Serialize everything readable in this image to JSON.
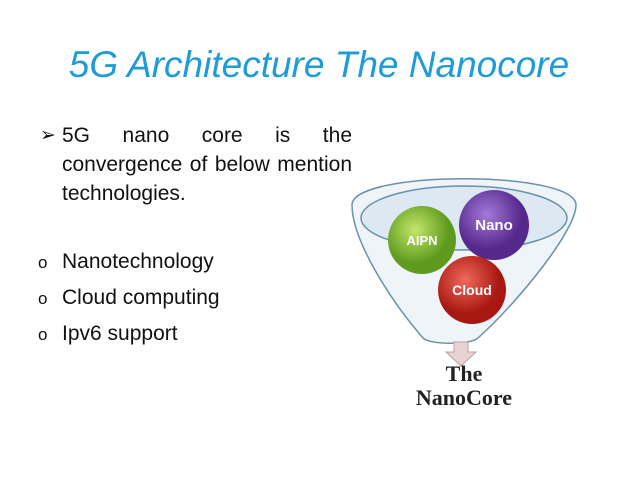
{
  "title": "5G Architecture The Nanocore",
  "intro": {
    "bullet_icon": "arrow-bullet",
    "text": "5G nano core is the convergence of below mention technologies."
  },
  "items": [
    {
      "bullet": "o",
      "label": "Nanotechnology"
    },
    {
      "bullet": "o",
      "label": "Cloud computing"
    },
    {
      "bullet": "o",
      "label": "Ipv6 support"
    }
  ],
  "diagram": {
    "circles": {
      "aipn": "AIPN",
      "nano": "Nano",
      "cloud": "Cloud"
    },
    "result_line1": "The",
    "result_line2": "NanoCore",
    "colors": {
      "aipn": "#7cb82f",
      "nano": "#7040a8",
      "cloud": "#d02a22",
      "funnel": "#6a8fa8"
    }
  }
}
